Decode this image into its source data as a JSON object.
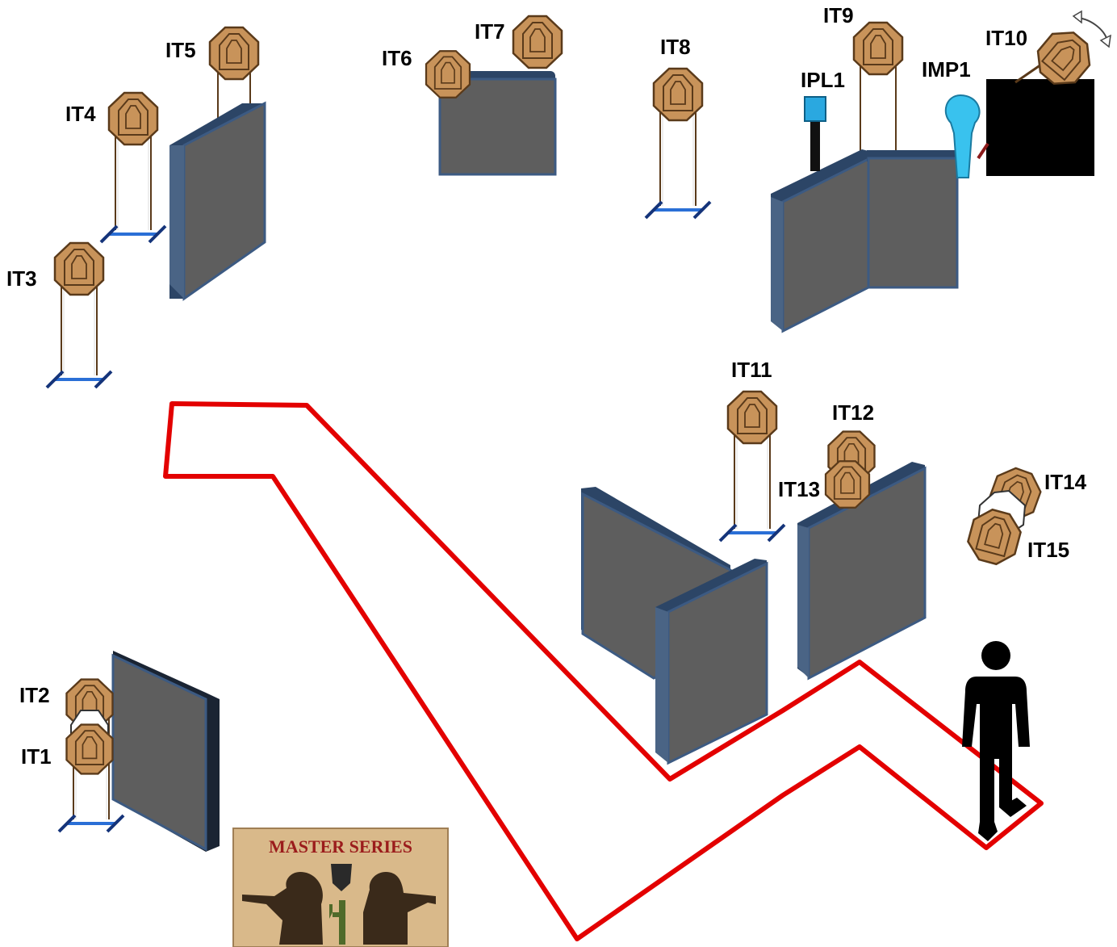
{
  "labels": {
    "IT1": "IT1",
    "IT2": "IT2",
    "IT3": "IT3",
    "IT4": "IT4",
    "IT5": "IT5",
    "IT6": "IT6",
    "IT7": "IT7",
    "IT8": "IT8",
    "IT9": "IT9",
    "IT10": "IT10",
    "IT11": "IT11",
    "IT12": "IT12",
    "IT13": "IT13",
    "IT14": "IT14",
    "IT15": "IT15",
    "IPL1": "IPL1",
    "IMP1": "IMP1"
  },
  "banner": {
    "title": "MASTER SERIES"
  },
  "colors": {
    "target_fill": "#c8935a",
    "target_stroke": "#5a3a1a",
    "wall_face": "#5e5e5e",
    "wall_edge": "#3c5a82",
    "shooting_area": "#e30000",
    "popper": "#39c2ee",
    "plate": "#2aa8e0",
    "stand_base": "#2a6fd6",
    "black_box": "#000000"
  },
  "icons": [
    "steel-target-icon",
    "target-stand-icon",
    "shooter-figure-icon",
    "rotation-arrow-icon",
    "popper-icon",
    "plate-icon"
  ]
}
